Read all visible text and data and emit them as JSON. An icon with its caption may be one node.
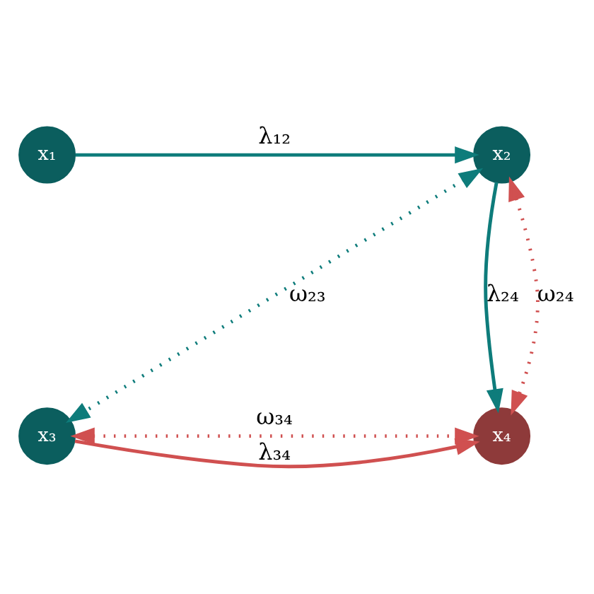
{
  "diagram": {
    "nodes": [
      {
        "text": [
          "x₁"
        ]
      },
      {
        "text": [
          "x₂"
        ]
      },
      {
        "text": [
          "x₃"
        ]
      },
      {
        "text": [
          "x₄"
        ]
      }
    ],
    "edges": [
      {
        "from": 0,
        "to": 1,
        "arrow": "to",
        "label": "λ₁₂",
        "color": "#0e7c7b"
      },
      {
        "from": 1,
        "to": 3,
        "arrow": "to",
        "label": "λ₂₄",
        "color": "#0e7c7b"
      },
      {
        "from": 2,
        "to": 3,
        "arrow": "to",
        "label": "λ₃₄",
        "color": "#d05050"
      },
      {
        "from": 1,
        "to": 2,
        "arrow": "both",
        "label": "ω₂₃",
        "style": "dashed",
        "color": "#0e7c7b"
      },
      {
        "from": 1,
        "to": 3,
        "arrow": "both",
        "label": "ω₂₄",
        "style": "dashed",
        "color": "#d05050"
      },
      {
        "from": 2,
        "to": 3,
        "arrow": "both",
        "label": "ω₃₄",
        "style": "dashed",
        "color": "#d05050"
      }
    ]
  }
}
